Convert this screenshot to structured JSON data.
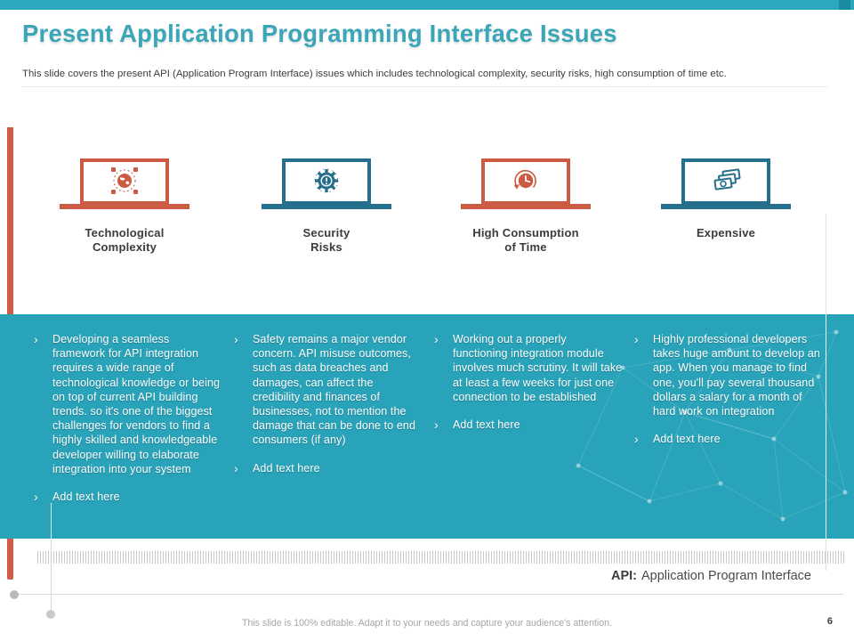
{
  "header": {
    "title": "Present Application Programming Interface Issues",
    "subtitle": "This slide covers the present API (Application Program Interface) issues which includes technological complexity, security risks, high consumption of time etc."
  },
  "bullet_marker": "›",
  "columns": [
    {
      "label_lines": [
        "Technological",
        "Complexity"
      ],
      "icon": "globe-selection-icon",
      "accent_color": "#CB5B42",
      "bullets": [
        "Developing a seamless framework for API integration requires a wide range of technological knowledge or being on top of current API building trends. so it's one of the biggest challenges for vendors to find a highly skilled and knowledgeable developer willing to elaborate integration into your system",
        "Add text here"
      ]
    },
    {
      "label_lines": [
        "Security",
        "Risks"
      ],
      "icon": "gear-alert-icon",
      "accent_color": "#266F8C",
      "bullets": [
        "Safety remains a major vendor concern. API misuse outcomes, such as data breaches and damages, can affect the credibility and finances of businesses, not to mention the damage that can be done to end consumers (if any)",
        "Add text here"
      ]
    },
    {
      "label_lines": [
        "High Consumption",
        "of Time"
      ],
      "icon": "clock-refresh-icon",
      "accent_color": "#CB5B42",
      "bullets": [
        "Working out a properly functioning integration module involves much scrutiny. It will take at least a few weeks for just one connection to be established",
        "Add text here"
      ]
    },
    {
      "label_lines": [
        "Expensive"
      ],
      "icon": "money-icon",
      "accent_color": "#266F8C",
      "bullets": [
        "Highly professional developers takes huge amount to develop an app. When you manage to find one, you'll pay several thousand dollars a salary for a month of hard work on integration",
        "Add text here"
      ]
    }
  ],
  "footnote": {
    "term": "API:",
    "definition": "Application Program Interface"
  },
  "footer": {
    "note": "This slide is 100% editable. Adapt it to your needs and capture your audience's attention.",
    "page_number": "6"
  },
  "colors": {
    "accent_teal": "#2BA8BE",
    "band_teal": "#29A3B9",
    "accent_orange": "#CB5B42",
    "icon_teal": "#266F8C",
    "title_teal": "#3BA6B8"
  }
}
